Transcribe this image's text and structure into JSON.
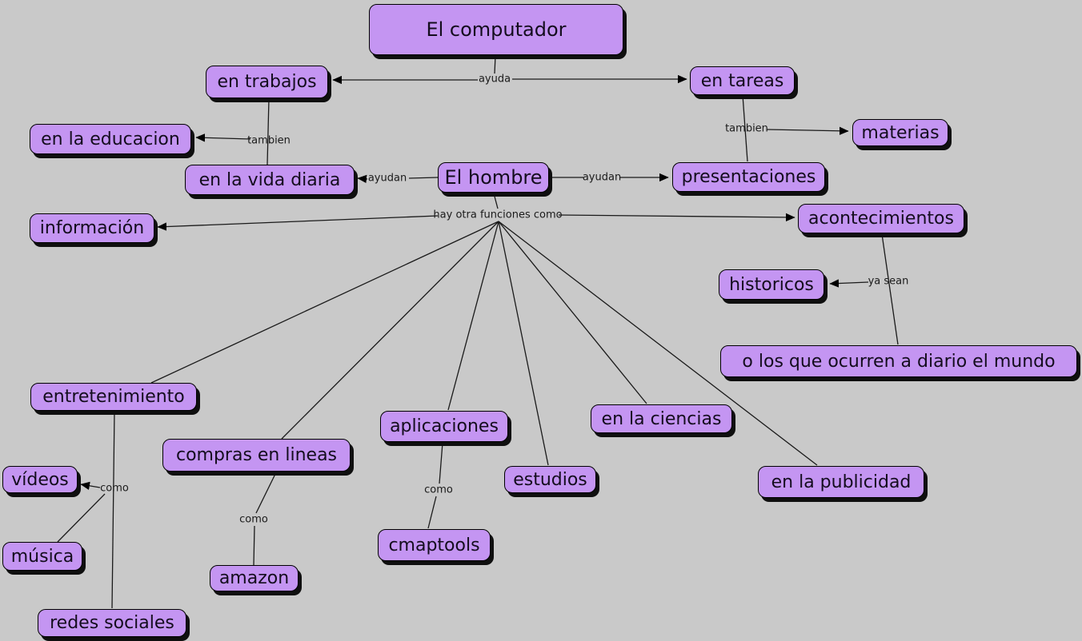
{
  "colors": {
    "background": "#c9c9c9",
    "node_fill": "#c495f2",
    "node_border": "#000000",
    "node_shadow": "#0f0f0f",
    "line": "#1a1a1a"
  },
  "nodes": {
    "computador": "El computador",
    "en_trabajos": "en trabajos",
    "en_tareas": "en tareas",
    "en_la_educacion": "en la educacion",
    "en_la_vida_diaria": "en la vida diaria",
    "el_hombre": "El hombre",
    "materias": "materias",
    "presentaciones": "presentaciones",
    "informacion": "información",
    "acontecimientos": "acontecimientos",
    "historicos": "historicos",
    "ocurren_diario": "o los que ocurren a diario el mundo",
    "entretenimiento": "entretenimiento",
    "compras": "compras en lineas",
    "aplicaciones": "aplicaciones",
    "ciencias": "en la ciencias",
    "videos": "vídeos",
    "estudios": "estudios",
    "publicidad": "en la publicidad",
    "musica": "música",
    "cmaptools": "cmaptools",
    "amazon": "amazon",
    "redes": "redes sociales"
  },
  "links": {
    "ayuda": "ayuda",
    "tambien_trabajos": "tambien",
    "tambien_tareas": "tambien",
    "ayudan_izq": "ayudan",
    "ayudan_der": "ayudan",
    "hay_otras": "hay otra funciones como",
    "ya_sean": "ya sean",
    "como_videos": "como",
    "como_amazon": "como",
    "como_cmaptools": "como"
  }
}
